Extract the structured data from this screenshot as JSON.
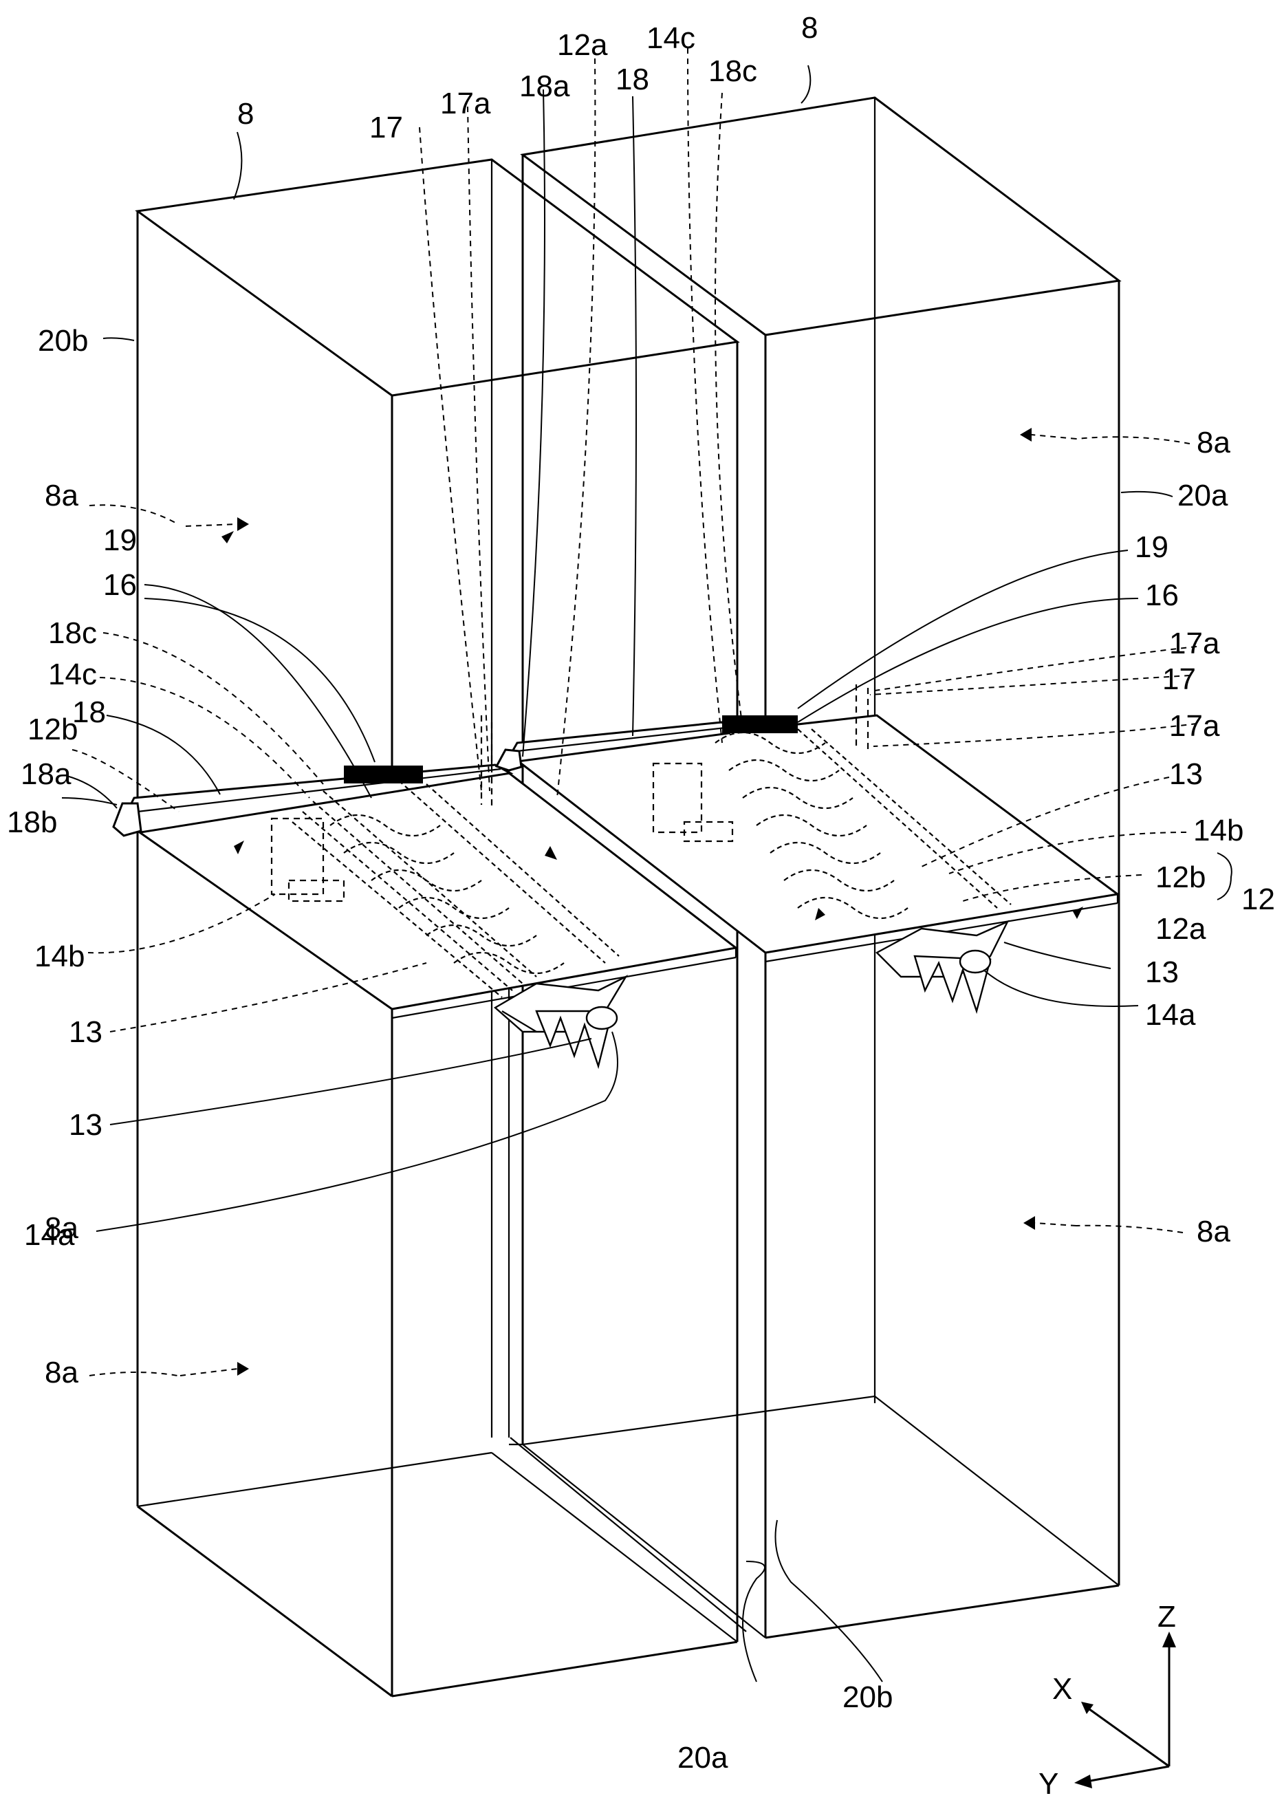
{
  "labels": {
    "unit": "8",
    "face": "8a",
    "side_a": "20a",
    "side_b": "20b",
    "group": "12",
    "plate_a": "12a",
    "plate_b": "12b",
    "fin": "13",
    "part_14a": "14a",
    "part_14b": "14b",
    "part_14c": "14c",
    "part_16": "16",
    "part_17": "17",
    "part_17a": "17a",
    "part_18": "18",
    "part_18a": "18a",
    "part_18b": "18b",
    "part_18c": "18c",
    "part_19": "19"
  },
  "axes": {
    "x": "X",
    "y": "Y",
    "z": "Z"
  }
}
